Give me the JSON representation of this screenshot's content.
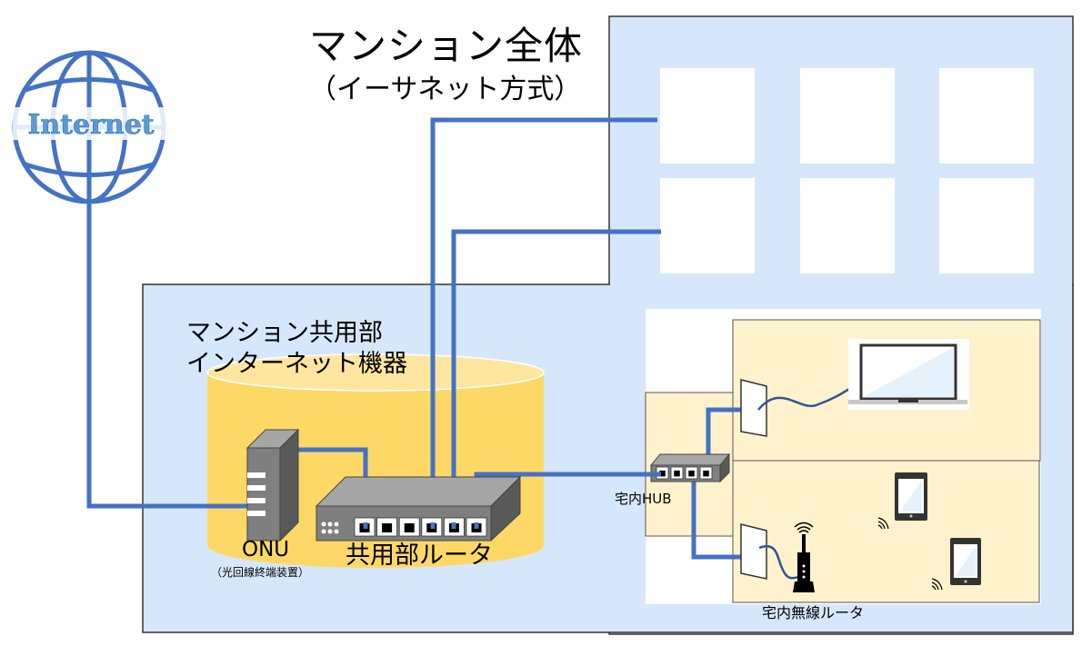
{
  "diagram": {
    "title": "マンション全体",
    "subtitle": "（イーサネット方式）",
    "internet_label": "Internet",
    "shared_area_label_line1": "マンション共用部",
    "shared_area_label_line2": "インターネット機器",
    "onu_label": "ONU",
    "onu_sublabel": "（光回線終端装置）",
    "shared_router_label": "共用部ルータ",
    "home_hub_label": "宅内HUB",
    "home_wifi_router_label": "宅内無線ルータ",
    "colors": {
      "cable": "#4472c4",
      "building_fill": "#d6e7fc",
      "shared_area_fill": "#fdd866",
      "apartment_fill": "#fff2cc",
      "device_gray": "#7f7f7f"
    },
    "devices": [
      "internet-globe",
      "onu",
      "shared-router",
      "home-hub",
      "wall-outlet-1",
      "wall-outlet-2",
      "laptop",
      "wifi-router",
      "tablet-1",
      "tablet-2"
    ],
    "router_port_count": 6,
    "hub_port_count": 4
  }
}
